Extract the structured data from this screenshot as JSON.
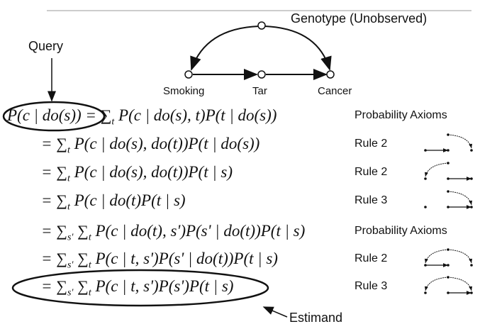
{
  "graph": {
    "title": "Genotype  (Unobserved)",
    "nodes": [
      "Smoking",
      "Tar",
      "Cancer"
    ]
  },
  "query_label": "Query",
  "estimand_label": "Estimand",
  "rows": [
    {
      "prefix": "P(c | do(s))",
      "sums": [
        "t"
      ],
      "body": "P(c | do(s), t)P(t | do(s))",
      "rule": "Probability Axioms"
    },
    {
      "prefix": "=",
      "sums": [
        "t"
      ],
      "body": "P(c | do(s), do(t))P(t | do(s))",
      "rule": "Rule 2"
    },
    {
      "prefix": "=",
      "sums": [
        "t"
      ],
      "body": "P(c | do(s), do(t))P(t | s)",
      "rule": "Rule 2"
    },
    {
      "prefix": "=",
      "sums": [
        "t"
      ],
      "body": "P(c | do(t)P(t | s)",
      "rule": "Rule 3"
    },
    {
      "prefix": "=",
      "sums": [
        "s'",
        "t"
      ],
      "body": "P(c | do(t), s')P(s' | do(t))P(t | s)",
      "rule": "Probability Axioms"
    },
    {
      "prefix": "=",
      "sums": [
        "s'",
        "t"
      ],
      "body": "P(c | t, s')P(s' | do(t))P(t | s)",
      "rule": "Rule 2"
    },
    {
      "prefix": "=",
      "sums": [
        "s'",
        "t"
      ],
      "body": "P(c | t, s')P(s')P(t | s)",
      "rule": "Rule 3"
    }
  ]
}
